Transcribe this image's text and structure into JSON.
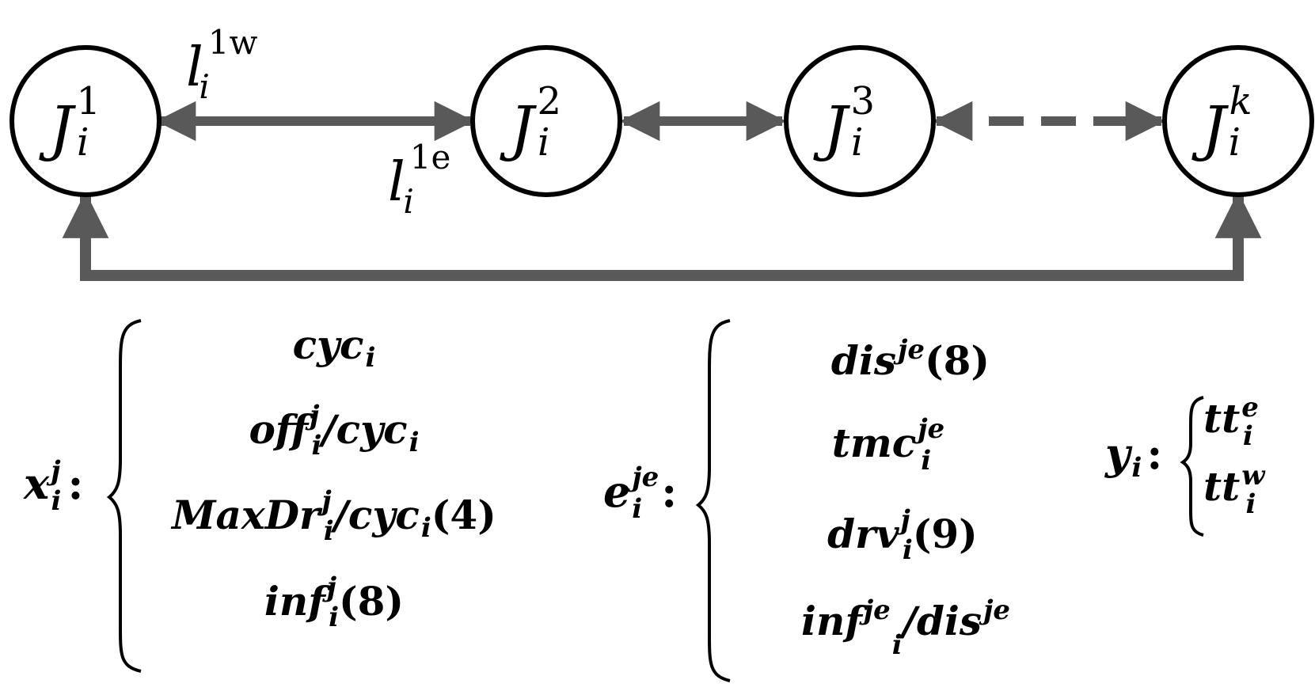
{
  "colors": {
    "arrow": "#595959",
    "node_stroke": "#000000",
    "text": "#000000"
  },
  "nodes": [
    {
      "base": "J",
      "sup": "1",
      "sub": "i"
    },
    {
      "base": "J",
      "sup": "2",
      "sub": "i"
    },
    {
      "base": "J",
      "sup": "3",
      "sub": "i"
    },
    {
      "base": "J",
      "sup": "k",
      "sub": "i"
    }
  ],
  "edge_labels": {
    "west": {
      "base": "l",
      "sup": "1w",
      "sub": "i"
    },
    "east": {
      "base": "l",
      "sup": "1e",
      "sub": "i"
    }
  },
  "x_group": {
    "var": {
      "base": "x",
      "sup": "j",
      "sub": "i",
      "colon": ":"
    },
    "items": [
      {
        "a": "cyc",
        "a_sub": "i",
        "a_sup": "",
        "rest": "",
        "rest_sub": "",
        "ref": ""
      },
      {
        "a": "off",
        "a_sup": "j",
        "a_sub": "i",
        "rest": "/cyc",
        "rest_sub": "i",
        "ref": ""
      },
      {
        "a": "MaxDr",
        "a_sup": "j",
        "a_sub": "i",
        "rest": "/cyc",
        "rest_sub": "i",
        "ref": "(4)"
      },
      {
        "a": "inf",
        "a_sup": "j",
        "a_sub": "i",
        "rest": "",
        "rest_sub": "",
        "ref": "(8)"
      }
    ]
  },
  "e_group": {
    "var": {
      "base": "e",
      "sup": "je",
      "sub": "i",
      "colon": ":"
    },
    "items": [
      {
        "a": "dis",
        "a_sup": "je",
        "a_sub": "",
        "rest": "",
        "rest_sup": "",
        "ref": "(8)"
      },
      {
        "a": "tmc",
        "a_sup": "je",
        "a_sub": "i",
        "rest": "",
        "rest_sup": "",
        "ref": ""
      },
      {
        "a": "drv",
        "a_sup": "j",
        "a_sub": "i",
        "rest": "",
        "rest_sup": "",
        "ref": "(9)"
      },
      {
        "a": "inf",
        "a_sup": "je",
        "a_sub": "i",
        "rest": "/dis",
        "rest_sup": "je",
        "ref": ""
      }
    ]
  },
  "y_group": {
    "var": {
      "base": "y",
      "sub": "i",
      "colon": ":"
    },
    "items": [
      {
        "a": "tt",
        "a_sup": "e",
        "a_sub": "i"
      },
      {
        "a": "tt",
        "a_sup": "w",
        "a_sub": "i"
      }
    ]
  }
}
